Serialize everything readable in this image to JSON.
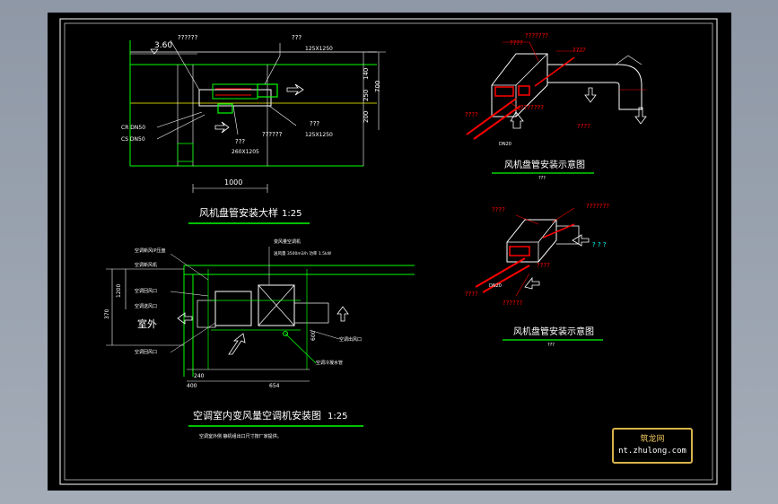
{
  "detail1": {
    "title": "风机盘管安装大样",
    "scale": "1:25",
    "elevation": "3.60",
    "label_a": "??????",
    "label_b": "???",
    "label_b_size": "125X1250",
    "label_c": "???",
    "label_c_size": "125X1250",
    "label_d": "???",
    "label_d_size": "260X1205",
    "label_e": "??????",
    "pipe_cr": "CR DN50",
    "pipe_cs": "CS DN50",
    "dim_width": "1000",
    "dim_140": "140",
    "dim_250": "250",
    "dim_200": "200",
    "dim_700": "700"
  },
  "detail2": {
    "title": "空调室内变风量空调机安装图",
    "scale": "1:25",
    "note": "空调室外侧 静机组出口尺寸按厂家提供。",
    "outdoor": "室外",
    "label_fresh_air": "空调新风机",
    "label_filter": "空调新风IP压盘",
    "label_return": "空调回风口",
    "label_supply": "空调送风口",
    "label_intake": "空调回风口",
    "label_out": "空调出风口",
    "label_drain": "空调冷凝水管",
    "label_unit": "变风量空调机",
    "label_unit_sub": "送风量 3500m3/h 功率 1.5kW",
    "dim_1200": "1200",
    "dim_370": "370",
    "dim_600": "600",
    "dim_240": "240",
    "dim_400": "400",
    "dim_654": "654"
  },
  "iso_top": {
    "title": "风机盘管安装示意图",
    "subtitle": "???",
    "labels": [
      "???????",
      "????",
      "????",
      "???????",
      "????",
      "????"
    ],
    "pipe_size": "DN20"
  },
  "iso_bottom": {
    "title": "风机盘管安装示意图",
    "subtitle": "???",
    "labels": [
      "????",
      "???????",
      "? ? ?",
      "????",
      "??????",
      "????"
    ],
    "pipe_size": "DN20"
  },
  "logo": {
    "brand": "筑龙网",
    "url": "nt.zhulong.com"
  },
  "colors": {
    "background": "#000000",
    "frame": "#ffffff",
    "green": "#00ff00",
    "red": "#ff0000",
    "yellow": "#ffff00",
    "cyan": "#00ffff",
    "magenta": "#ff00ff",
    "viewport": "#9aa3af"
  }
}
